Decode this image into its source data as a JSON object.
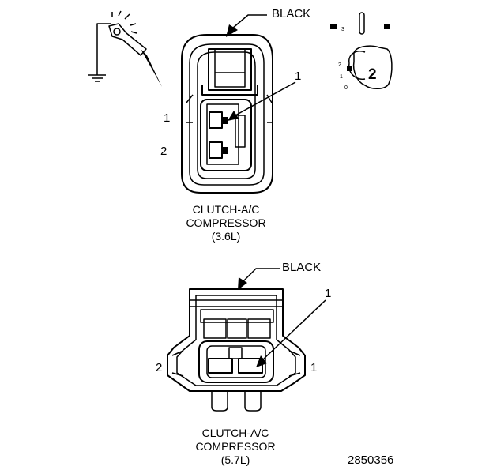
{
  "connector_top": {
    "color_label": "BLACK",
    "pin_1": "1",
    "pin_2": "2",
    "callout": "1",
    "caption": [
      "CLUTCH-A/C",
      "COMPRESSOR",
      "(3.6L)"
    ]
  },
  "connector_bottom": {
    "color_label": "BLACK",
    "pin_1": "1",
    "pin_2": "2",
    "callout": "1",
    "caption": [
      "CLUTCH-A/C",
      "COMPRESSOR",
      "(5.7L)"
    ]
  },
  "meter_switch": {
    "scale": [
      "3",
      "2",
      "1",
      "0"
    ],
    "position": "2"
  },
  "figure_number": "2850356"
}
